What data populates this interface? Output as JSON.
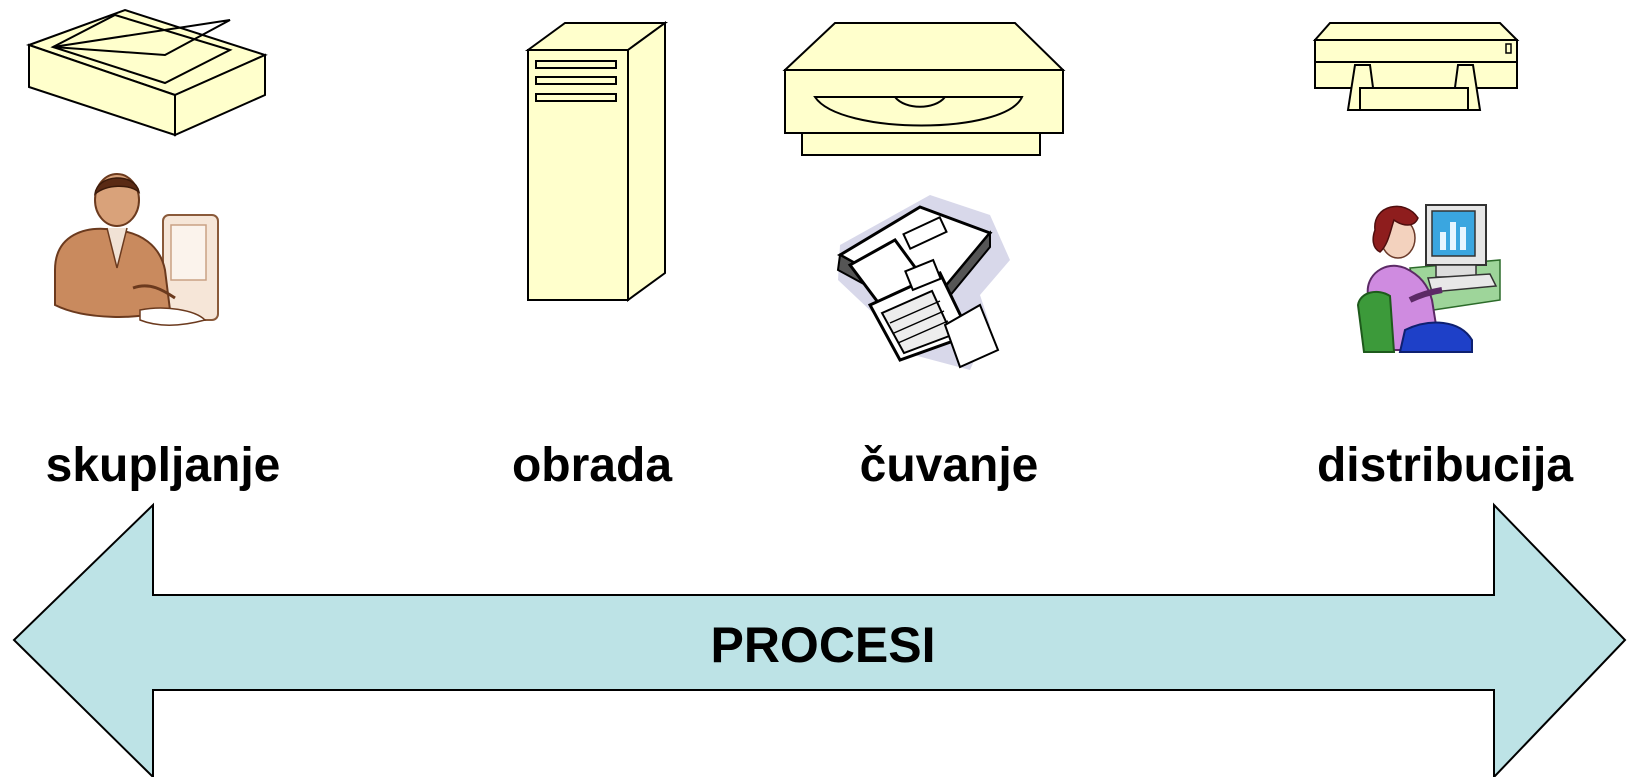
{
  "stages": [
    {
      "label": "skupljanje"
    },
    {
      "label": "obrada"
    },
    {
      "label": "čuvanje"
    },
    {
      "label": "distribucija"
    }
  ],
  "arrow": {
    "label": "PROCESI"
  },
  "icons": [
    "scanner-icon",
    "person-at-computer-icon",
    "computer-tower-icon",
    "disk-drive-icon",
    "floppy-disks-icon",
    "printer-icon",
    "woman-at-computer-icon"
  ],
  "colors": {
    "device_fill": "#FFFFCC",
    "arrow_fill": "#BDE3E6",
    "outline": "#000000"
  }
}
